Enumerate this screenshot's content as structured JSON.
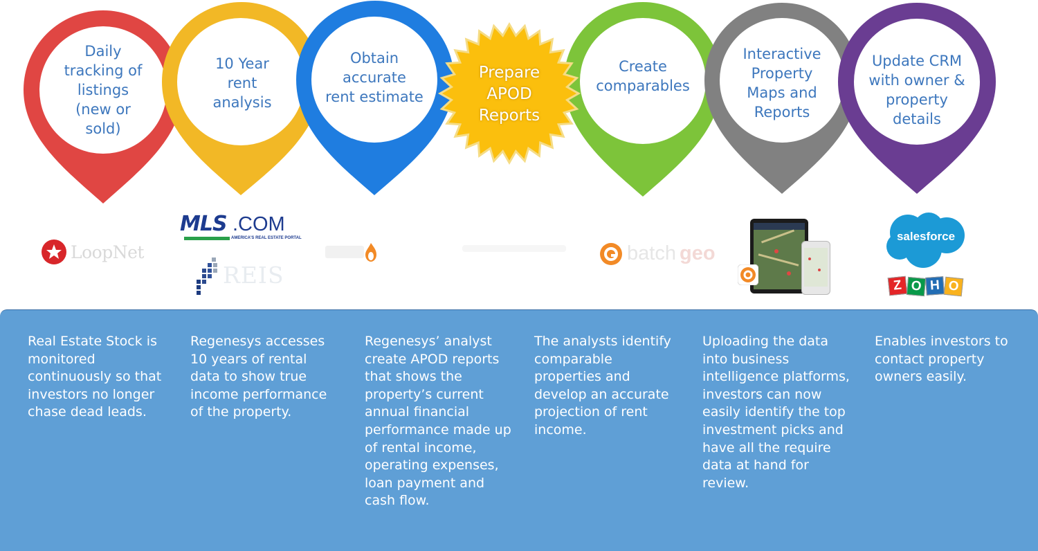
{
  "pins": [
    {
      "label": "Daily\ntracking of\nlistings\n(new or\nsold)",
      "color": "#e04643"
    },
    {
      "label": "10 Year\nrent\nanalysis",
      "color": "#f2b826"
    },
    {
      "label": "Obtain\naccurate\nrent estimate",
      "color": "#1f7de0"
    },
    {
      "label": "Prepare\nAPOD\nReports",
      "color": "#fbbf0d"
    },
    {
      "label": "Create\ncomparables",
      "color": "#7dc43a"
    },
    {
      "label": "Interactive\nProperty\nMaps and\nReports",
      "color": "#818181"
    },
    {
      "label": "Update CRM\nwith owner &\nproperty\ndetails",
      "color": "#6a3d92"
    }
  ],
  "logos": {
    "loopnet": "LoopNet",
    "mls": "MLS",
    "mls_com": ".COM",
    "mls_tagline": "AMERICA'S REAL ESTATE PORTAL",
    "reis": "REIS",
    "batchgeo_batch": "batch",
    "batchgeo_geo": "geo",
    "salesforce": "salesforce",
    "zoho": [
      "Z",
      "O",
      "H",
      "O"
    ]
  },
  "descriptions": [
    "Real Estate Stock is monitored continuously so that investors no longer chase dead leads.",
    "Regenesys accesses 10 years of rental data to show true income performance of the property.",
    "Regenesys’ analyst create APOD reports that shows the property’s current annual financial performance made up of rental income, operating expenses, loan payment and cash flow.",
    "The analysts identify comparable properties and develop an accurate projection of rent income.",
    "Uploading the data into business intelligence platforms, investors can now easily identify the top investment picks and have all the require data at hand for review.",
    "Enables investors to contact property owners easily."
  ]
}
